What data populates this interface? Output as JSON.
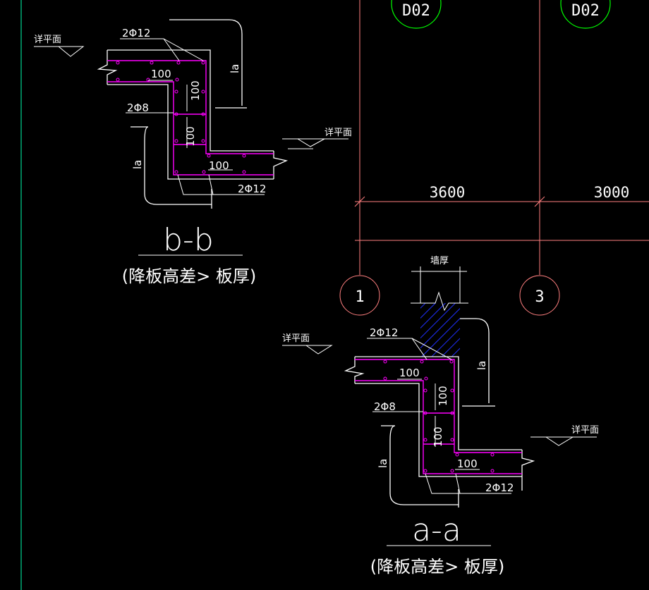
{
  "drawing": {
    "grid_tags": {
      "d02_left": "D02",
      "d02_right": "D02"
    },
    "dimensions": {
      "span_1_3": "3600",
      "span_3_next": "3000"
    },
    "axis_bubbles": {
      "axis_1": "1",
      "axis_3": "3"
    },
    "wall_label": "墙厚",
    "section_bb": {
      "title": "b-b",
      "subtitle": "(降板高差> 板厚)",
      "slab_level_left": "详平面",
      "slab_level_right": "详平面",
      "bar_top": "2Φ12",
      "bar_mid": "2Φ8",
      "bar_bottom": "2Φ12",
      "dim_100_top": "100",
      "dim_100_vert_top": "100",
      "dim_100_vert_bottom": "100",
      "dim_100_bottom": "100",
      "la_top": "la",
      "la_bottom": "la"
    },
    "section_aa": {
      "title": "a-a",
      "subtitle": "(降板高差> 板厚)",
      "slab_level_left": "详平面",
      "slab_level_right": "详平面",
      "bar_top": "2Φ12",
      "bar_mid": "2Φ8",
      "bar_bottom": "2Φ12",
      "dim_100_top": "100",
      "dim_100_vert_top": "100",
      "dim_100_vert_bottom": "100",
      "dim_100_bottom": "100",
      "la_top": "la",
      "la_bottom": "la"
    },
    "colors": {
      "background": "#000000",
      "outline": "#ffffff",
      "rebar": "#ff00ff",
      "grid_axis": "#ff7f7f",
      "tag_circle": "#00ff00",
      "left_border": "#00ffb0",
      "hatch": "#2030ff"
    }
  }
}
